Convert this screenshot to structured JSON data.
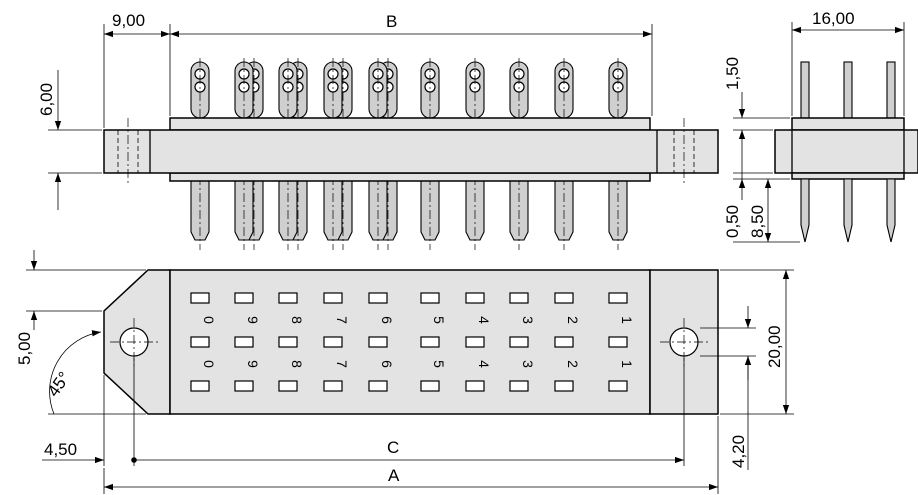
{
  "dimensions": {
    "left_flange": "9,00",
    "pin_span": "B",
    "pin_height": "6,00",
    "side_width": "16,00",
    "top_pin_height": "1,50",
    "bottom_offset": "0,50",
    "bottom_pin_length": "8,50",
    "hole_offset": "5,00",
    "angle": "45°",
    "flange_bottom": "4,50",
    "hole_pitch": "C",
    "overall_length": "A",
    "height": "20,00",
    "base_height": "4,20"
  },
  "contact_labels": {
    "top_row": [
      "0",
      "9",
      "8",
      "7",
      "6",
      "5",
      "4",
      "3",
      "2",
      "1"
    ],
    "bottom_row": [
      "0",
      "9",
      "8",
      "7",
      "6",
      "5",
      "4",
      "3",
      "2",
      "1"
    ]
  }
}
